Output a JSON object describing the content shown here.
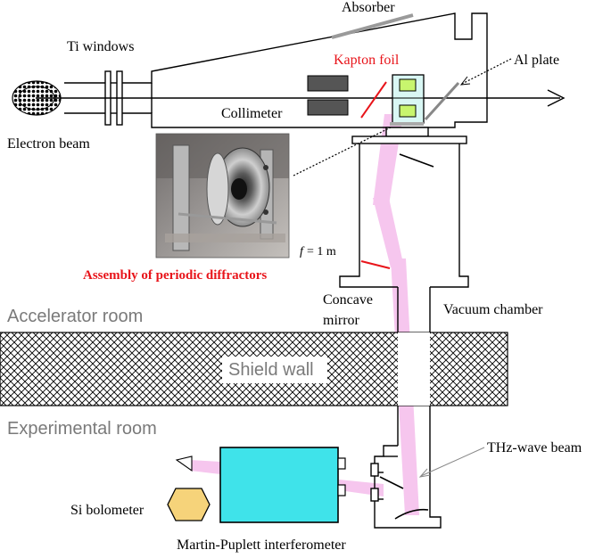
{
  "labels": {
    "absorber": "Absorber",
    "ti_windows": "Ti windows",
    "kapton_foil": "Kapton foil",
    "al_plate": "Al plate",
    "collimeter": "Collimeter",
    "electron_beam": "Electron beam",
    "focal_prefix": "f",
    "focal_value": "= 1 m",
    "assembly": "Assembly of periodic diffractors",
    "concave_mirror_line1": "Concave",
    "concave_mirror_line2": "mirror",
    "vacuum_chamber": "Vacuum chamber",
    "accelerator_room": "Accelerator room",
    "shield_wall": "Shield wall",
    "experimental_room": "Experimental room",
    "thz_beam": "THz-wave beam",
    "si_bolometer": "Si bolometer",
    "interferometer": "Martin-Puplett interferometer"
  },
  "colors": {
    "red_label": "#e8141a",
    "thz_pink": "#f6c6ee",
    "interferometer_fill": "#3fe3ea",
    "bolometer_fill": "#f6d37a",
    "diffractor_fill": "#d9f7f4",
    "diffractor_inner": "#c8f56e",
    "room_label": "#7a7a7a"
  },
  "icons": {
    "electron_beam": "electron-bunch-icon",
    "bolometer": "hexagon-detector-icon",
    "photo": "diffractor-assembly-photo"
  }
}
